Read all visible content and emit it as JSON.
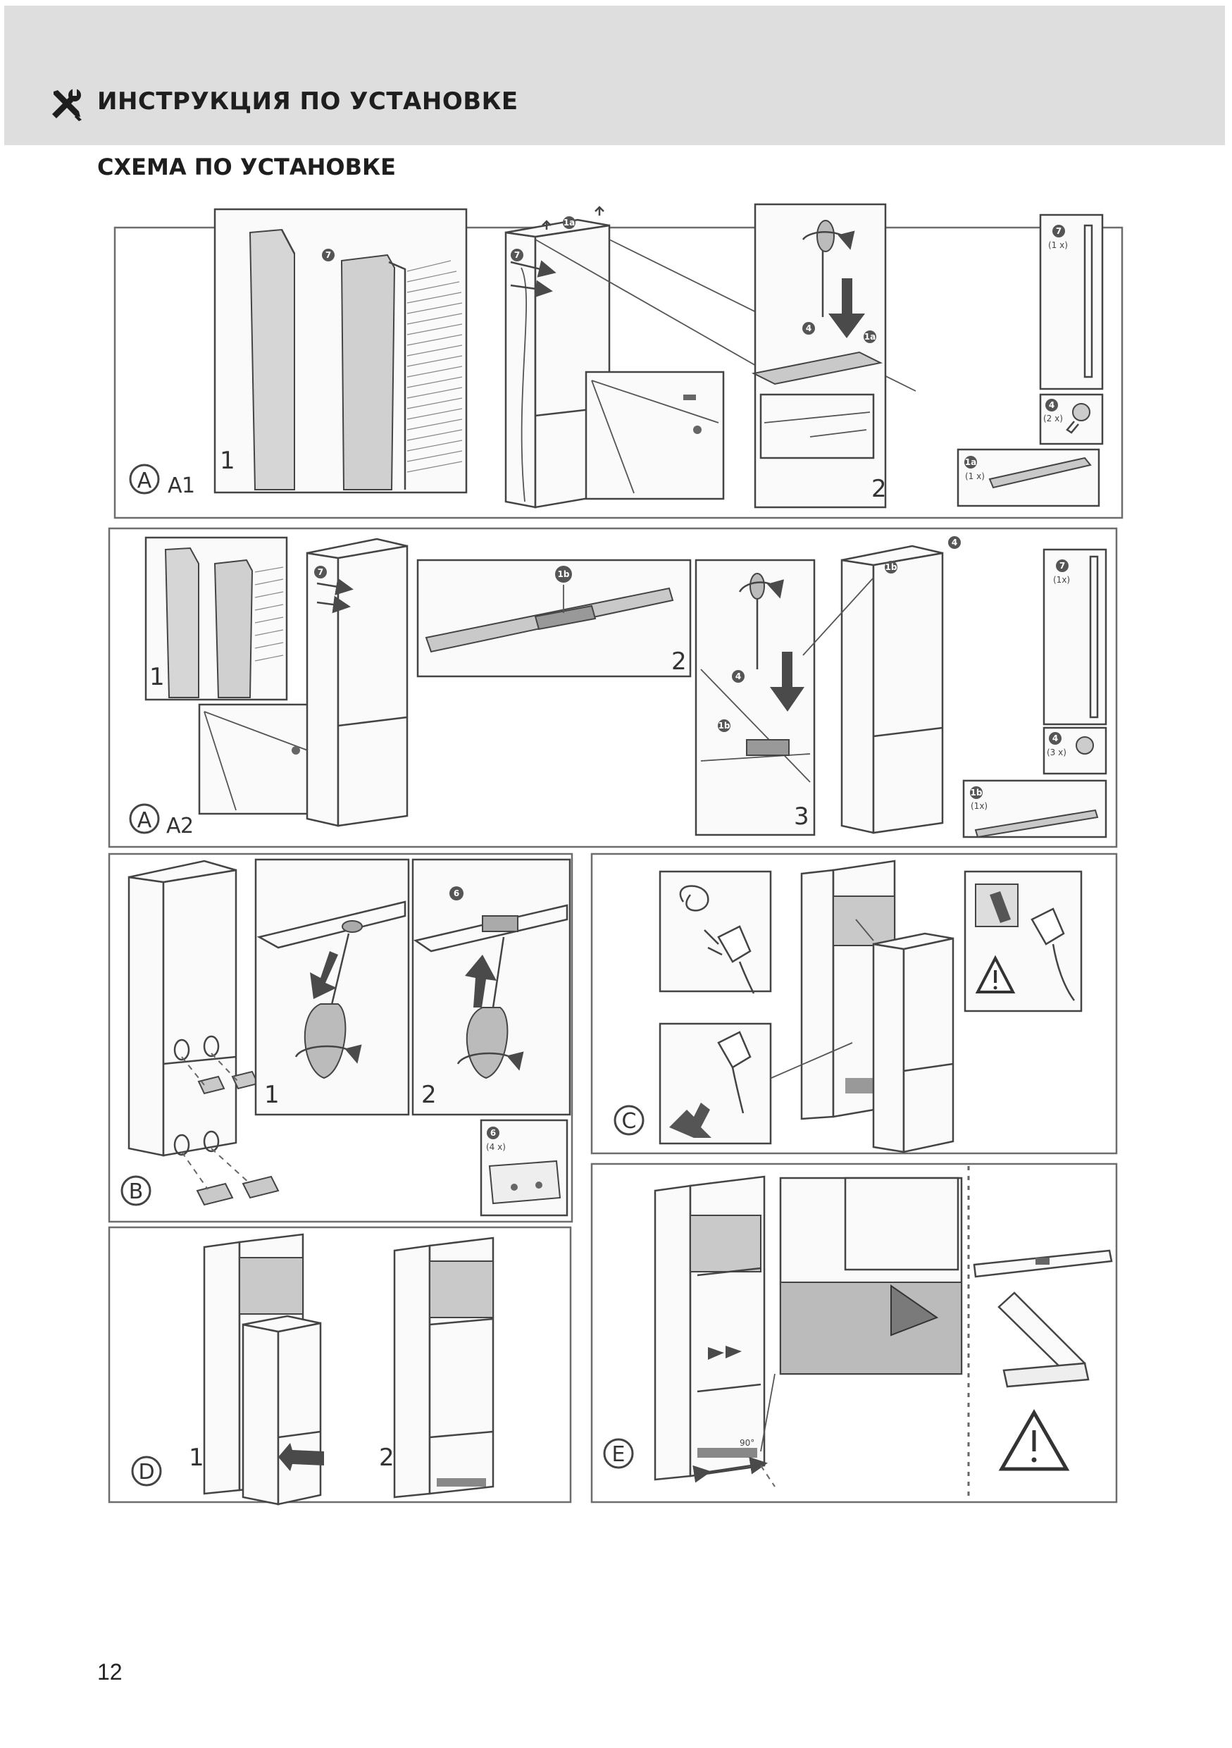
{
  "header": {
    "icon": "tools-icon",
    "title": "ИНСТРУКЦИЯ ПО УСТАНОВКЕ"
  },
  "section_title": "СХЕМА ПО УСТАНОВКЕ",
  "page_number": "12",
  "panels": {
    "a1": {
      "letter": "A",
      "sub": "1",
      "steps": [
        "1",
        "2"
      ],
      "badges": [
        "7",
        "1a",
        "4"
      ],
      "parts": [
        {
          "badge": "7",
          "qty": "(1 x)"
        },
        {
          "badge": "4",
          "qty": "(2 x)"
        },
        {
          "badge": "1a",
          "qty": "(1 x)"
        }
      ]
    },
    "a2": {
      "letter": "A",
      "sub": "2",
      "steps": [
        "1",
        "2",
        "3"
      ],
      "badges": [
        "7",
        "1b",
        "4"
      ],
      "parts": [
        {
          "badge": "7",
          "qty": "(1x)"
        },
        {
          "badge": "4",
          "qty": "(3 x)"
        },
        {
          "badge": "1b",
          "qty": "(1x)"
        }
      ]
    },
    "b": {
      "letter": "B",
      "steps": [
        "1",
        "2"
      ],
      "badges": [
        "6"
      ],
      "parts": [
        {
          "badge": "6",
          "qty": "(4 x)"
        }
      ]
    },
    "c": {
      "letter": "C"
    },
    "d": {
      "letter": "D",
      "steps": [
        "1",
        "2"
      ]
    },
    "e": {
      "letter": "E",
      "angle": "90°"
    }
  }
}
